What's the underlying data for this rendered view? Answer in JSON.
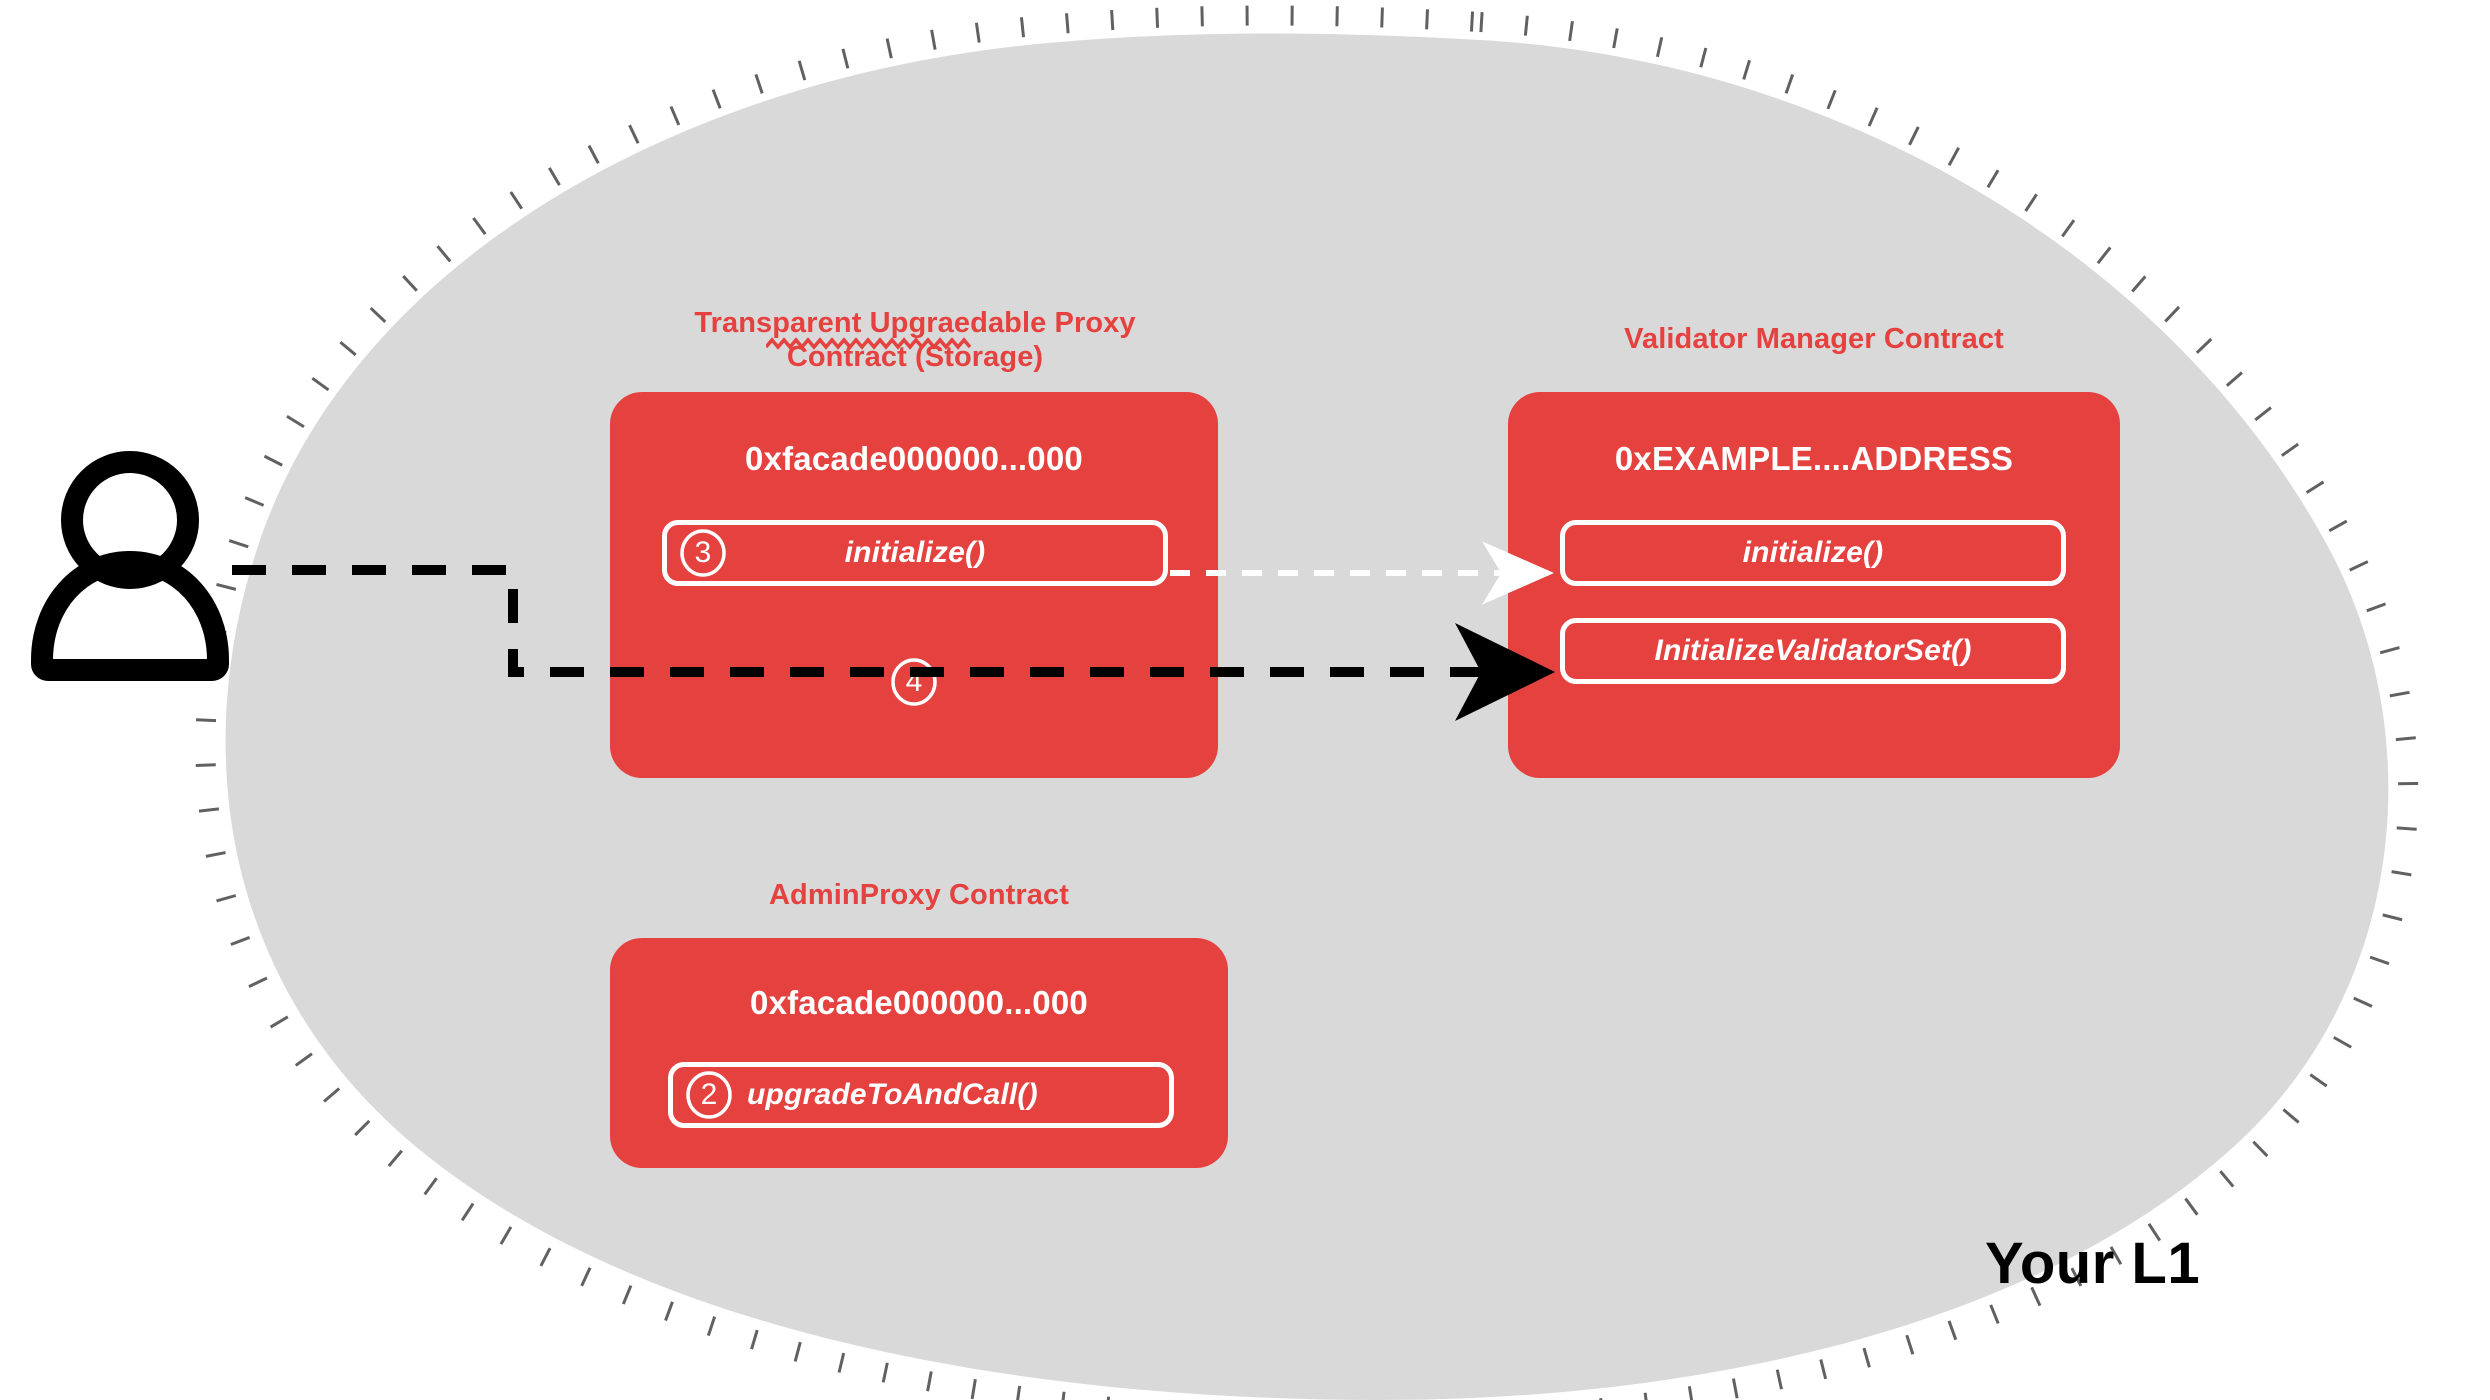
{
  "diagram": {
    "region_label": "Your L1",
    "actor": {
      "icon": "user-person-icon"
    },
    "colors": {
      "contract_red": "#E5413F",
      "region_fill": "#D9D9D9",
      "region_border": "#616161",
      "arrow_black": "#000000",
      "arrow_white": "#FFFFFF"
    },
    "contracts": [
      {
        "id": "transparent-proxy",
        "title": "Transparent Upgraedable Proxy\nContract (Storage)",
        "title_line1": "Transparent Upgraedable Proxy",
        "title_line2": "Contract (Storage)",
        "misspelled_word": "Upgraedable",
        "address": "0xfacade000000...000",
        "methods": [
          {
            "step": "3",
            "label": "initialize()",
            "has_step_badge": true,
            "centered": true
          }
        ],
        "loose_steps": [
          {
            "step": "4"
          }
        ]
      },
      {
        "id": "validator-manager",
        "title": "Validator Manager Contract",
        "title_line1": "Validator Manager Contract",
        "title_line2": "",
        "address": "0xEXAMPLE....ADDRESS",
        "methods": [
          {
            "step": "",
            "label": "initialize()",
            "has_step_badge": false,
            "centered": true
          },
          {
            "step": "",
            "label": "InitializeValidatorSet()",
            "has_step_badge": false,
            "centered": true
          }
        ],
        "loose_steps": []
      },
      {
        "id": "admin-proxy",
        "title": "AdminProxy  Contract",
        "title_line1": "AdminProxy  Contract",
        "title_line2": "",
        "address": "0xfacade000000...000",
        "methods": [
          {
            "step": "2",
            "label": "upgradeToAndCall()",
            "has_step_badge": true,
            "centered": false
          }
        ],
        "loose_steps": []
      }
    ],
    "connections": [
      {
        "id": "user-to-initialize-validator-set",
        "style": "dashed",
        "color": "#000000",
        "from": "user",
        "to": "InitializeValidatorSet()"
      },
      {
        "id": "proxy-initialize-to-vmc-initialize",
        "style": "dashed",
        "color": "#FFFFFF",
        "from": "initialize()",
        "to": "initialize()"
      }
    ]
  }
}
